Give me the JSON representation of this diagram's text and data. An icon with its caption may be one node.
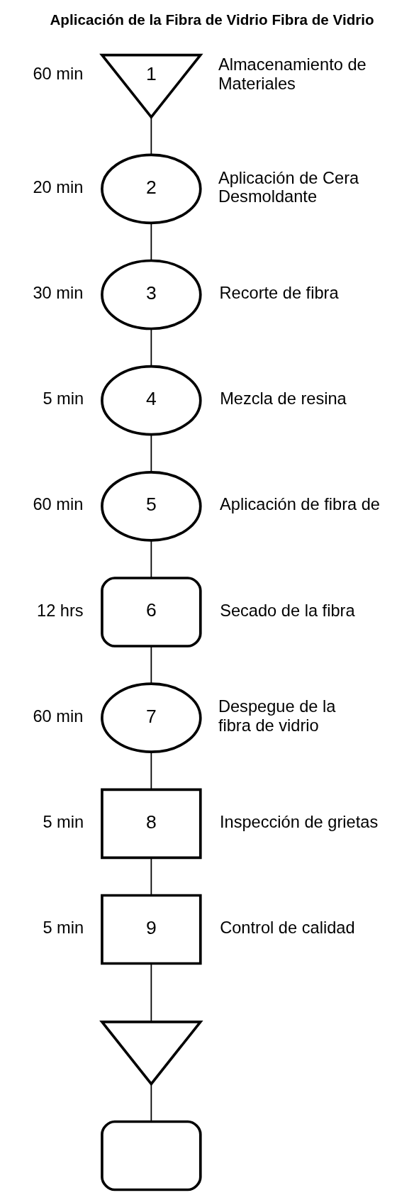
{
  "diagram": {
    "title": "Aplicación de la Fibra de Vidrio Fibra de Vidrio",
    "nodes": [
      {
        "text": [
          "1"
        ],
        "beside": [
          "60 min",
          "Almacenamiento de Materiales"
        ]
      },
      {
        "text": [
          "2"
        ],
        "beside": [
          "20 min",
          "Aplicación de Cera Desmoldante"
        ]
      },
      {
        "text": [
          "3"
        ],
        "beside": [
          "30 min",
          "Recorte de fibra"
        ]
      },
      {
        "text": [
          "4"
        ],
        "beside": [
          "5 min",
          "Mezcla de resina"
        ]
      },
      {
        "text": [
          "5"
        ],
        "beside": [
          "60 min",
          "Aplicación de fibra de"
        ]
      },
      {
        "text": [
          "6"
        ],
        "beside": [
          "12 hrs",
          "Secado de la fibra"
        ]
      },
      {
        "text": [
          "7"
        ],
        "beside": [
          "60 min",
          "Despegue de la fibra de vidrio"
        ]
      },
      {
        "text": [
          "8"
        ],
        "beside": [
          "5 min",
          "Inspección de grietas"
        ]
      },
      {
        "text": [
          "9"
        ],
        "beside": [
          "5 min",
          "Control de calidad"
        ]
      },
      {
        "text": [],
        "shape": "triangle"
      },
      {
        "text": [],
        "shape": "delay"
      }
    ],
    "edges": [
      {
        "from": 0,
        "to": 1,
        "arrow": "none"
      },
      {
        "from": 1,
        "to": 2,
        "arrow": "none"
      },
      {
        "from": 2,
        "to": 3,
        "arrow": "none"
      },
      {
        "from": 3,
        "to": 4,
        "arrow": "none"
      },
      {
        "from": 4,
        "to": 5,
        "arrow": "none"
      },
      {
        "from": 5,
        "to": 6,
        "arrow": "none"
      },
      {
        "from": 6,
        "to": 7,
        "arrow": "none"
      },
      {
        "from": 7,
        "to": 8,
        "arrow": "none"
      },
      {
        "from": 8,
        "to": 9,
        "arrow": "none"
      },
      {
        "from": 9,
        "to": 10,
        "arrow": "none"
      }
    ]
  }
}
